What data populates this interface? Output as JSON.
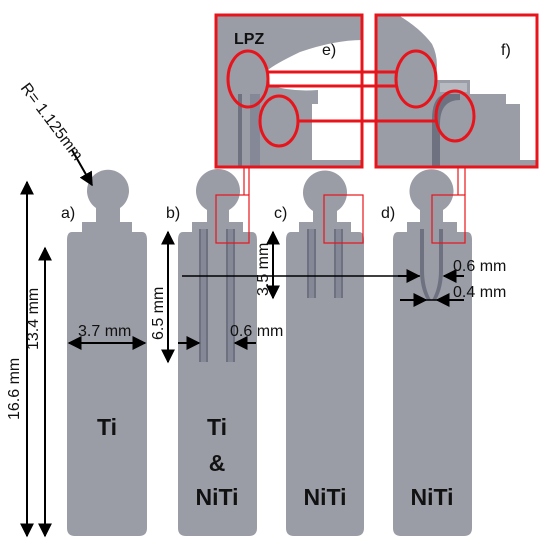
{
  "panels": {
    "a": {
      "label": "a)",
      "material": "Ti"
    },
    "b": {
      "label": "b)",
      "material_lines": [
        "Ti",
        "&",
        "NiTi"
      ]
    },
    "c": {
      "label": "c)",
      "material": "NiTi"
    },
    "d": {
      "label": "d)",
      "material": "NiTi"
    },
    "e": {
      "label": "e)",
      "tag": "LPZ"
    },
    "f": {
      "label": "f)"
    }
  },
  "dimensions": {
    "radius": "R= 1.125mm",
    "total_length": "16.6 mm",
    "shaft_length": "13.4 mm",
    "width": "3.7 mm",
    "slot_length": "6.5 mm",
    "slot_width_b": "0.6 mm",
    "slot_length_c": "3.5 mm",
    "gap_top_d": "0.6 mm",
    "gap_narrow_d": "0.4 mm"
  },
  "colors": {
    "part": "#9a9ca6",
    "highlight": "#e8141c",
    "annotation": "#000000"
  }
}
